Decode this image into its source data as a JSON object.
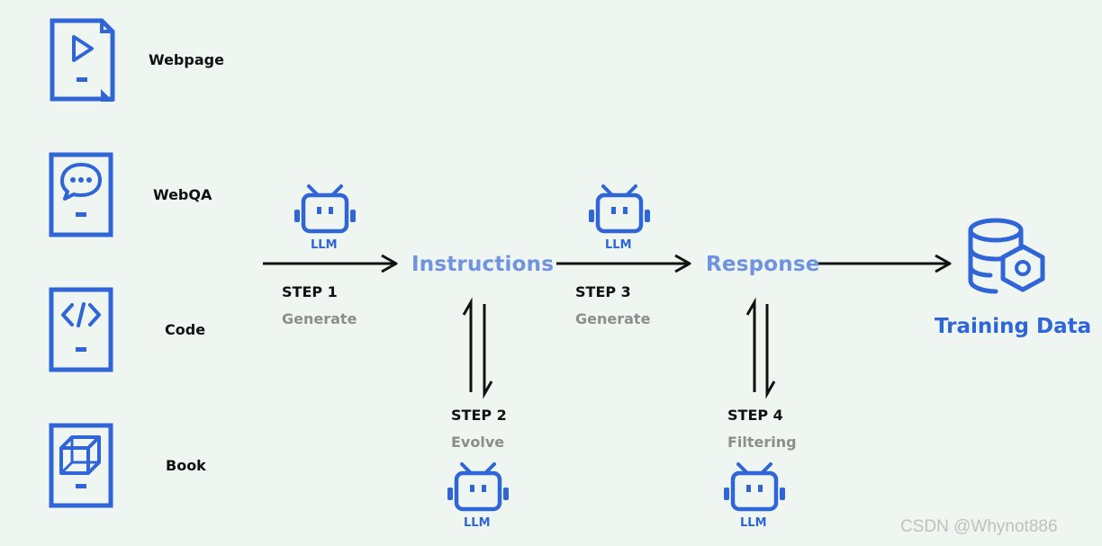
{
  "sources": [
    {
      "label": "Webpage",
      "icon": "play-document-icon"
    },
    {
      "label": "WebQA",
      "icon": "chat-document-icon"
    },
    {
      "label": "Code",
      "icon": "code-document-icon"
    },
    {
      "label": "Book",
      "icon": "cube-document-icon"
    }
  ],
  "nodes": {
    "instructions": "Instructions",
    "response": "Response",
    "training_data": "Training Data"
  },
  "steps": [
    {
      "title": "STEP 1",
      "desc": "Generate"
    },
    {
      "title": "STEP 2",
      "desc": "Evolve"
    },
    {
      "title": "STEP 3",
      "desc": "Generate"
    },
    {
      "title": "STEP 4",
      "desc": "Filtering"
    }
  ],
  "llm_label": "LLM",
  "watermark": "CSDN @Whynot886",
  "colors": {
    "icon_blue": "#2f65d6",
    "node_blue": "#6f93de",
    "background": "#eff6f1"
  }
}
